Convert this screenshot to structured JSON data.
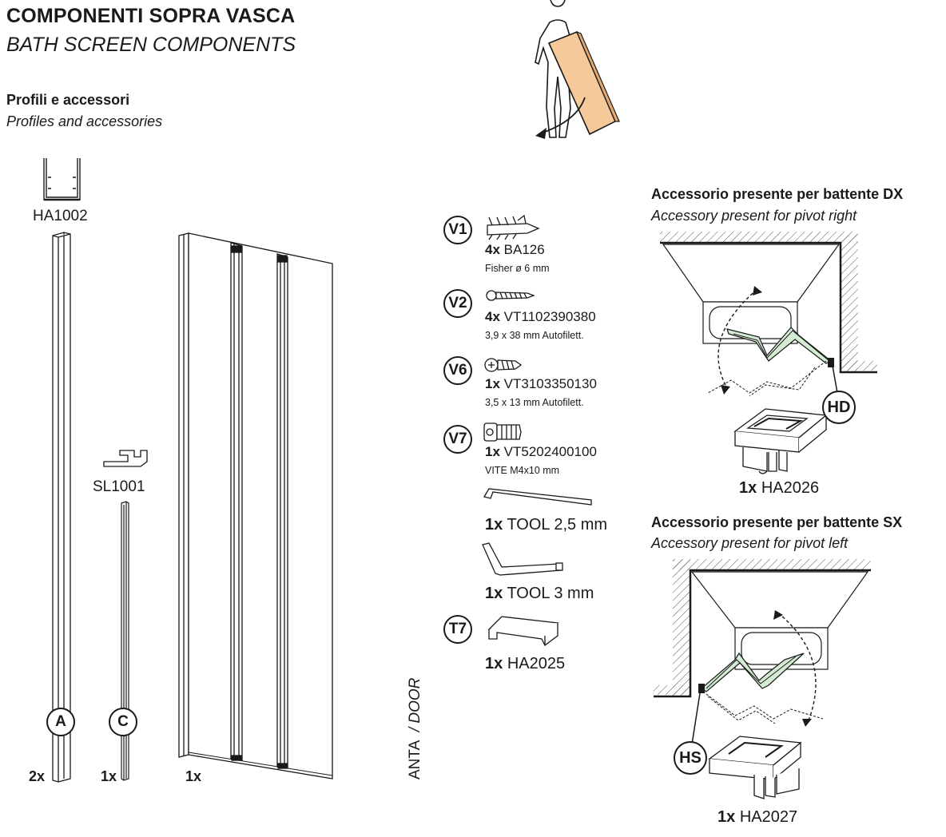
{
  "header": {
    "title": "COMPONENTI SOPRA VASCA",
    "subtitle": "BATH SCREEN COMPONENTS"
  },
  "section": {
    "title": "Profili e accessori",
    "subtitle": "Profiles and accessories"
  },
  "profiles": {
    "a": {
      "code": "HA1002",
      "marker": "A",
      "qty": "2x"
    },
    "c": {
      "code": "SL1001",
      "marker": "C",
      "qty": "1x"
    },
    "door": {
      "qty": "1x",
      "label": "ANTA",
      "label_en": "/ DOOR"
    }
  },
  "hardware": [
    {
      "marker": "V1",
      "qty": "4x",
      "code": "BA126",
      "desc": "Fisher ø 6 mm"
    },
    {
      "marker": "V2",
      "qty": "4x",
      "code": "VT1102390380",
      "desc": "3,9 x 38 mm Autofilett."
    },
    {
      "marker": "V6",
      "qty": "1x",
      "code": "VT3103350130",
      "desc": "3,5 x 13 mm Autofilett."
    },
    {
      "marker": "V7",
      "qty": "1x",
      "code": "VT5202400100",
      "desc": "VITE M4x10 mm"
    }
  ],
  "tools": [
    {
      "qty": "1x",
      "label": "TOOL 2,5 mm"
    },
    {
      "qty": "1x",
      "label": "TOOL 3 mm"
    }
  ],
  "t7": {
    "marker": "T7",
    "qty": "1x",
    "code": "HA2025"
  },
  "accessory_right": {
    "title": "Accessorio presente per battente DX",
    "subtitle": "Accessory present for pivot right",
    "marker": "HD",
    "qty": "1x",
    "code": "HA2026"
  },
  "accessory_left": {
    "title": "Accessorio presente per battente SX",
    "subtitle": "Accessory present for pivot left",
    "marker": "HS",
    "qty": "1x",
    "code": "HA2027"
  },
  "colors": {
    "panel_wood": "#f5c99a",
    "glass_green": "#d4ecd4",
    "ink": "#1a1a1a"
  }
}
